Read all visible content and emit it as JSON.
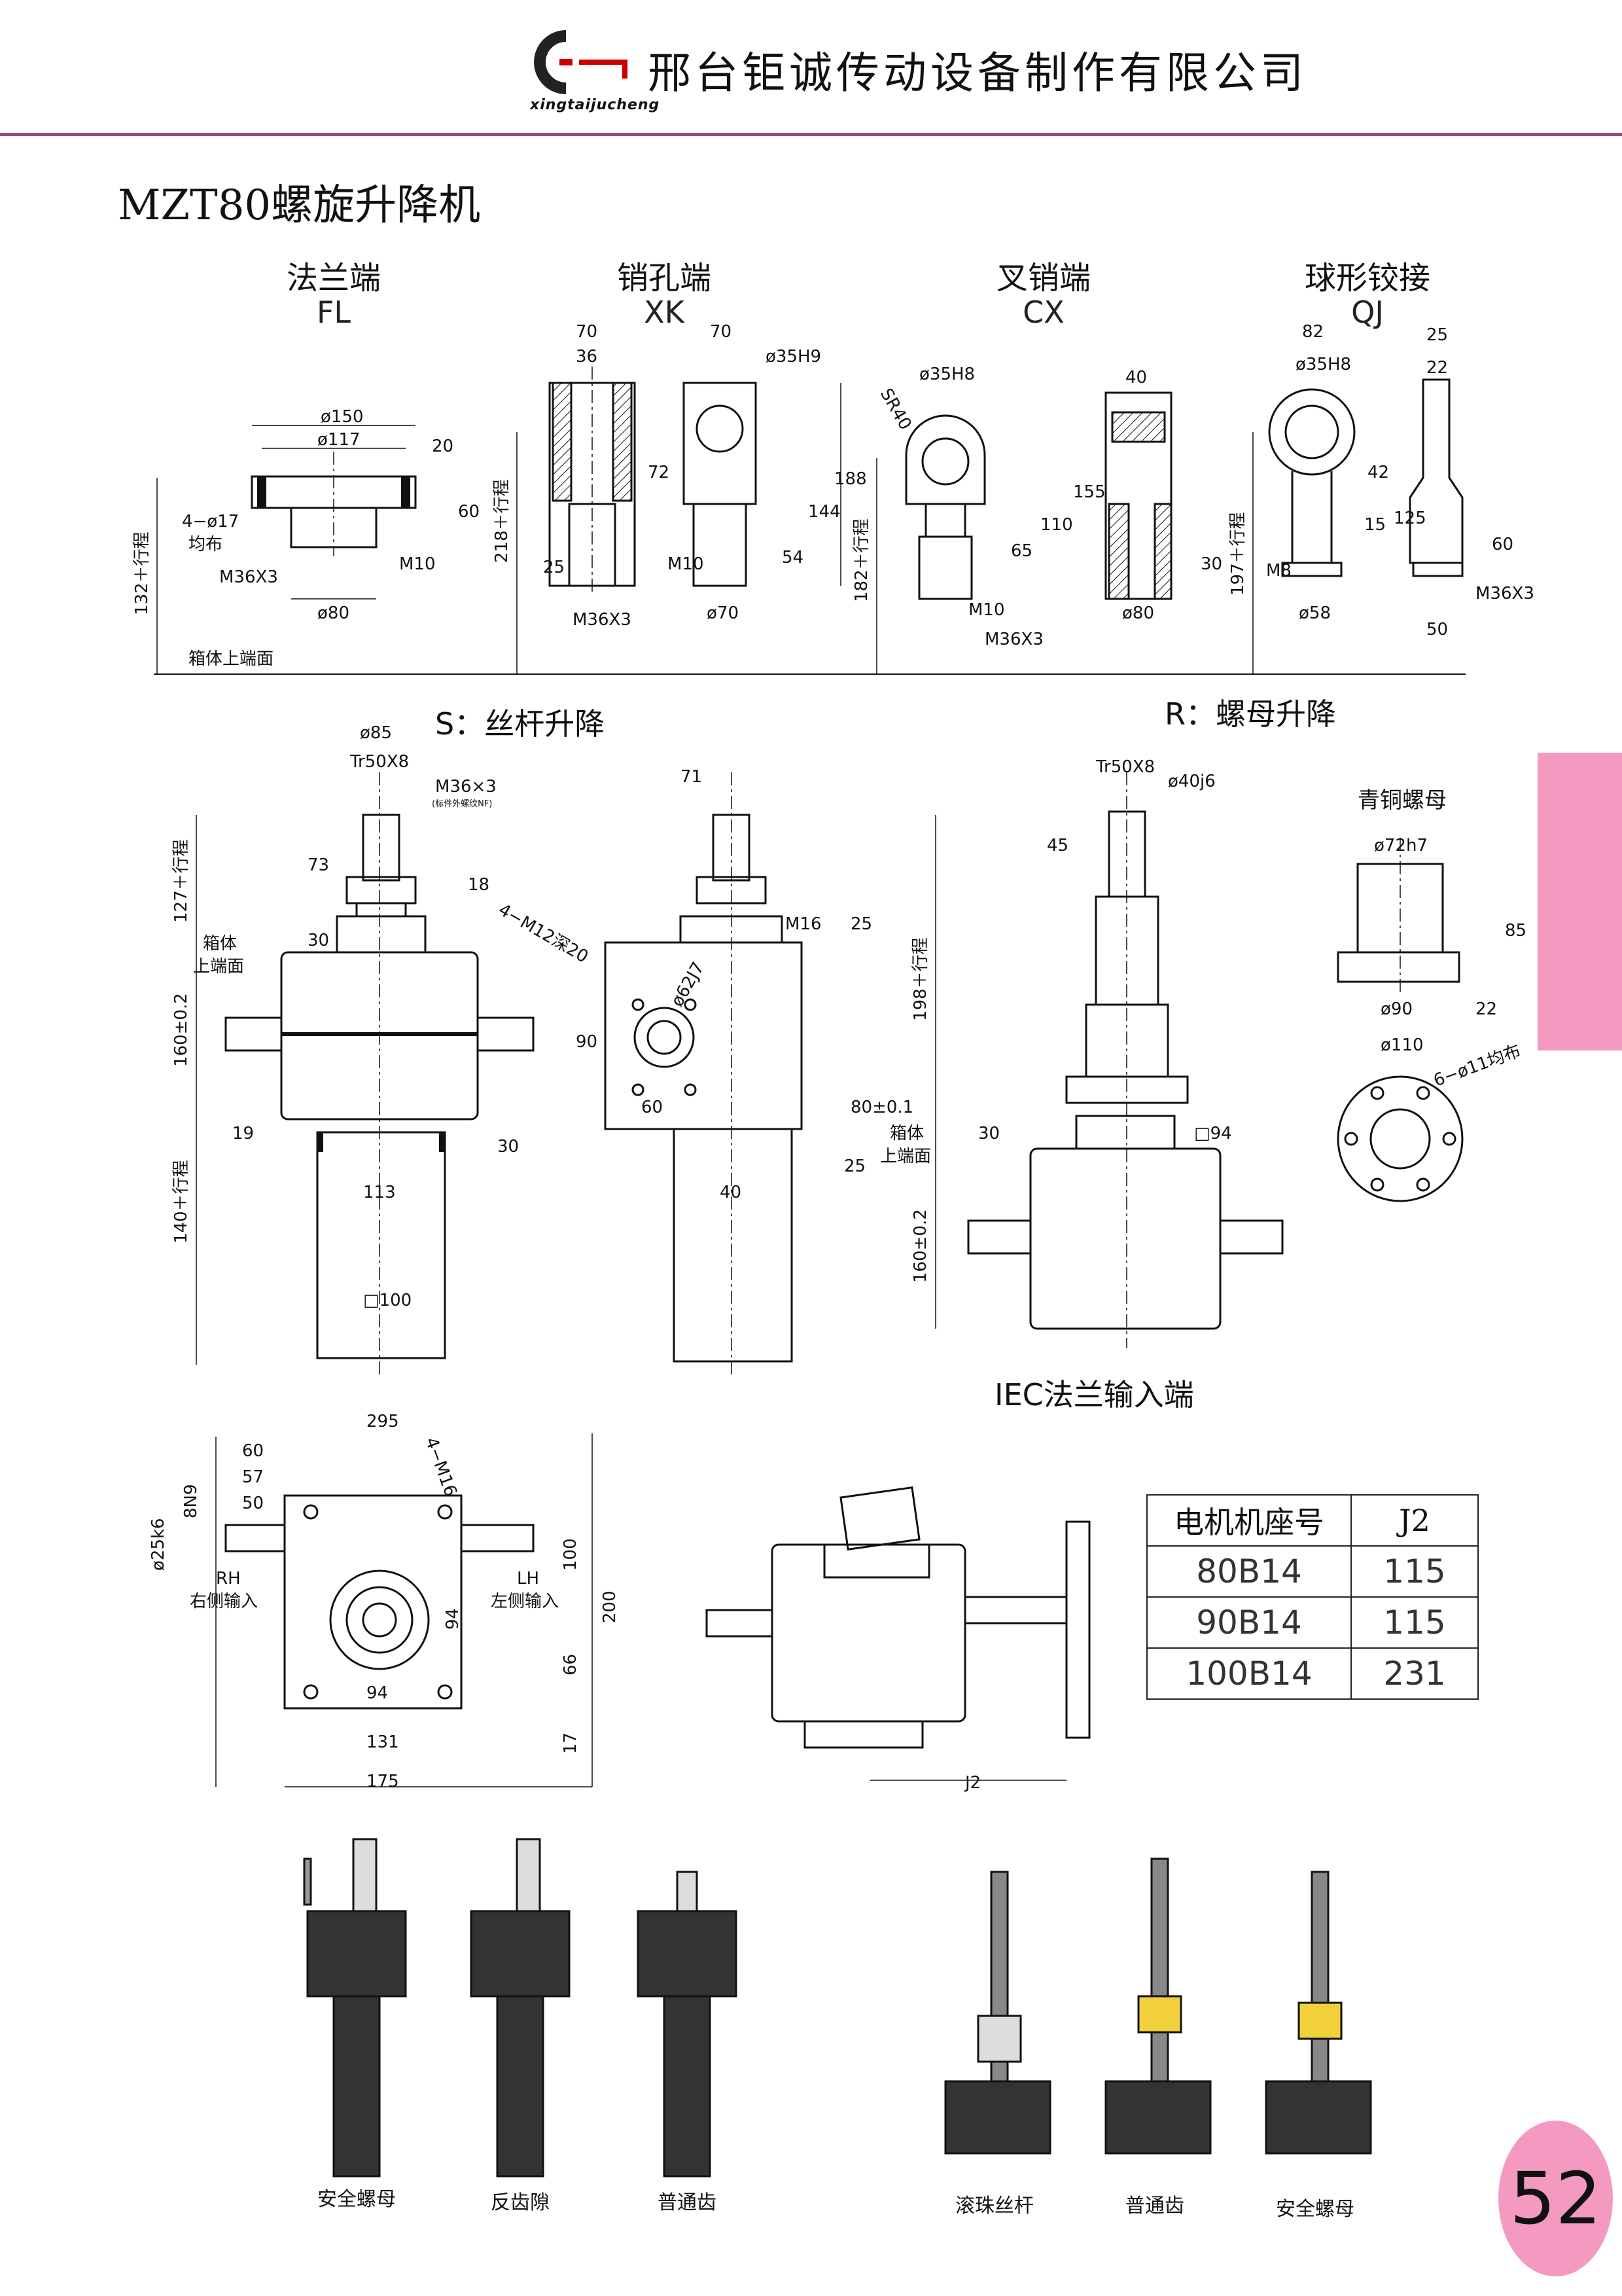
{
  "header": {
    "company": "邢台钜诚传动设备制作有限公司",
    "logo_text": "xingtaijucheng"
  },
  "title": "MZT80螺旋升降机",
  "end_types": [
    {
      "cn": "法兰端",
      "code": "FL"
    },
    {
      "cn": "销孔端",
      "code": "XK"
    },
    {
      "cn": "叉销端",
      "code": "CX"
    },
    {
      "cn": "球形铰接",
      "code": "QJ"
    }
  ],
  "sections": {
    "s_label": "S：丝杆升降",
    "r_label": "R：螺母升降",
    "iec_label": "IEC法兰输入端",
    "bronze_nut": "青铜螺母",
    "body_top_face": "箱体上端面"
  },
  "dims": {
    "fl": {
      "d150": "ø150",
      "d117": "ø117",
      "h20": "20",
      "h60": "60",
      "holes": "4−ø17",
      "holes2": "均布",
      "m36": "M36X3",
      "m10": "M10",
      "d80": "ø80",
      "stroke": "132＋行程"
    },
    "xk": {
      "w70": "70",
      "w36": "36",
      "w70b": "70",
      "d35": "ø35H9",
      "h72": "72",
      "h144": "144",
      "h188": "188",
      "h54": "54",
      "h25": "25",
      "m10": "M10",
      "m36": "M36X3",
      "d70": "ø70",
      "stroke": "218＋行程"
    },
    "cx": {
      "sr40": "SR40",
      "d35": "ø35H8",
      "w40": "40",
      "h155": "155",
      "h110": "110",
      "h65": "65",
      "h30": "30",
      "m10": "M10",
      "m36": "M36X3",
      "d80": "ø80",
      "stroke": "182＋行程"
    },
    "qj": {
      "w82": "82",
      "d35": "ø35H8",
      "w25": "25",
      "w22": "22",
      "h42": "42",
      "h125": "125",
      "h15": "15",
      "h60": "60",
      "m8": "M8",
      "d58": "ø58",
      "m36": "M36X3",
      "w50": "50",
      "stroke": "197＋行程"
    },
    "s": {
      "d85": "ø85",
      "tr": "Tr50X8",
      "m36": "M36×3",
      "m36note": "(标件外螺纹NF)",
      "h73": "73",
      "h18": "18",
      "h30": "30",
      "stroke127": "127＋行程",
      "box": "箱体",
      "box2": "上端面",
      "h160": "160±0.2",
      "h19": "19",
      "h30b": "30",
      "w113": "113",
      "sq100": "□100",
      "stroke140": "140＋行程"
    },
    "side": {
      "w71": "71",
      "holes": "4−M12深20",
      "m16": "M16",
      "h25": "25",
      "d62": "ø62J7",
      "h90": "90",
      "w60": "60",
      "h80": "80±0.1",
      "h25b": "25",
      "w40": "40"
    },
    "r": {
      "tr": "Tr50X8",
      "d40": "ø40j6",
      "h45": "45",
      "stroke198": "198＋行程",
      "box": "箱体",
      "box2": "上端面",
      "h30": "30",
      "sq94": "□94",
      "h160": "160±0.2"
    },
    "nut": {
      "d72": "ø72h7",
      "h85": "85",
      "d90": "ø90",
      "h22": "22",
      "d110": "ø110",
      "holes": "6−ø11均布"
    },
    "top": {
      "w295": "295",
      "w60": "60",
      "w57": "57",
      "w50": "50",
      "k8n9": "8N9",
      "d25": "ø25k6",
      "holes": "4−M16",
      "rh": "RH",
      "rh2": "右侧输入",
      "lh": "LH",
      "lh2": "左侧输入",
      "h100": "100",
      "h200": "200",
      "h94": "94",
      "h66": "66",
      "w94": "94",
      "w131": "131",
      "h17": "17",
      "w175": "175"
    },
    "iec": {
      "j2": "J2"
    }
  },
  "motor_table": {
    "headers": [
      "电机机座号",
      "J2"
    ],
    "rows": [
      [
        "80B14",
        "115"
      ],
      [
        "90B14",
        "115"
      ],
      [
        "100B14",
        "231"
      ]
    ]
  },
  "photos_left": [
    "安全螺母",
    "反齿隙",
    "普通齿"
  ],
  "photos_right": [
    "滚珠丝杆",
    "普通齿",
    "安全螺母"
  ],
  "page_number": "52",
  "colors": {
    "accent": "#a0467e",
    "pink": "#f49ac1",
    "yellow": "#f2d03a",
    "body": "#2a2a2a"
  }
}
